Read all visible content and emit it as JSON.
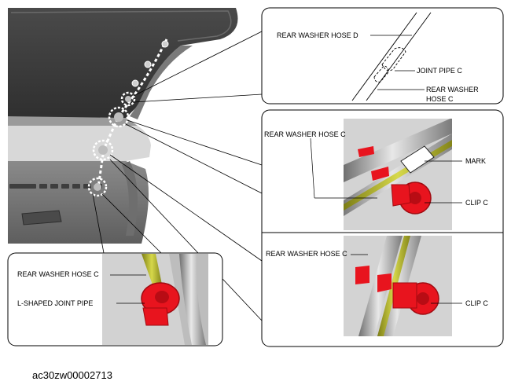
{
  "figure_code": "ac30zw00002713",
  "detail_top": {
    "hose_d": "REAR WASHER HOSE D",
    "joint_pipe": "JOINT PIPE C",
    "hose_c_line1": "REAR WASHER",
    "hose_c_line2": "HOSE C"
  },
  "detail_mid": {
    "hose_c": "REAR WASHER HOSE C",
    "mark": "MARK",
    "clip": "CLIP C"
  },
  "detail_low": {
    "hose_c": "REAR WASHER HOSE C",
    "clip": "CLIP C"
  },
  "detail_left": {
    "hose_c": "REAR WASHER HOSE C",
    "joint_pipe": "L-SHAPED JOINT PIPE"
  },
  "colors": {
    "hose": "#b6b82a",
    "clip": "#e8141e",
    "body_dark": "#5a5a5a",
    "body_light": "#a8a8a8",
    "photo_bg": "#d4d4d4"
  },
  "icons": [
    "clip-icon",
    "hose-icon",
    "callout-circle-icon"
  ]
}
